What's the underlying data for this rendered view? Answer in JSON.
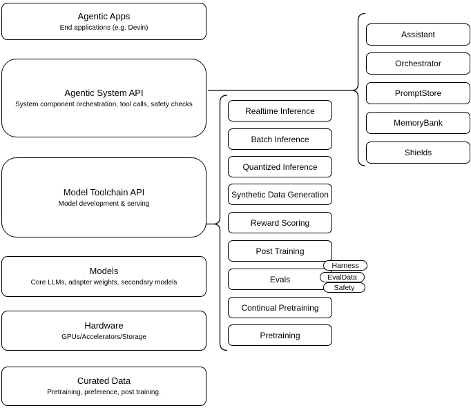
{
  "diagram": {
    "background": "#ffffff",
    "stroke_color": "#000000",
    "text_color": "#000000"
  },
  "left_stack": [
    {
      "title": "Agentic Apps",
      "subtitle": "End applications (e.g. Devin)"
    },
    {
      "title": "Agentic System API",
      "subtitle": "System component orchestration, tool calls, safety checks"
    },
    {
      "title": "Model Toolchain API",
      "subtitle": "Model development & serving"
    },
    {
      "title": "Models",
      "subtitle": "Core LLMs, adapter weights, secondary models"
    },
    {
      "title": "Hardware",
      "subtitle": "GPUs/Accelerators/Storage"
    },
    {
      "title": "Curated Data",
      "subtitle": "Pretraining, preference, post training."
    }
  ],
  "toolchain_group": {
    "connects_to": "Model Toolchain API",
    "items": [
      "Realtime Inference",
      "Batch Inference",
      "Quantized Inference",
      "Synthetic Data Generation",
      "Reward Scoring",
      "Post Training",
      "Evals",
      "Continual Pretraining",
      "Pretraining"
    ]
  },
  "evals_badges": [
    "Harness",
    "EvalData",
    "Safety"
  ],
  "system_group": {
    "connects_to": "Agentic System API",
    "items": [
      "Assistant",
      "Orchestrator",
      "PromptStore",
      "MemoryBank",
      "Shields"
    ]
  }
}
